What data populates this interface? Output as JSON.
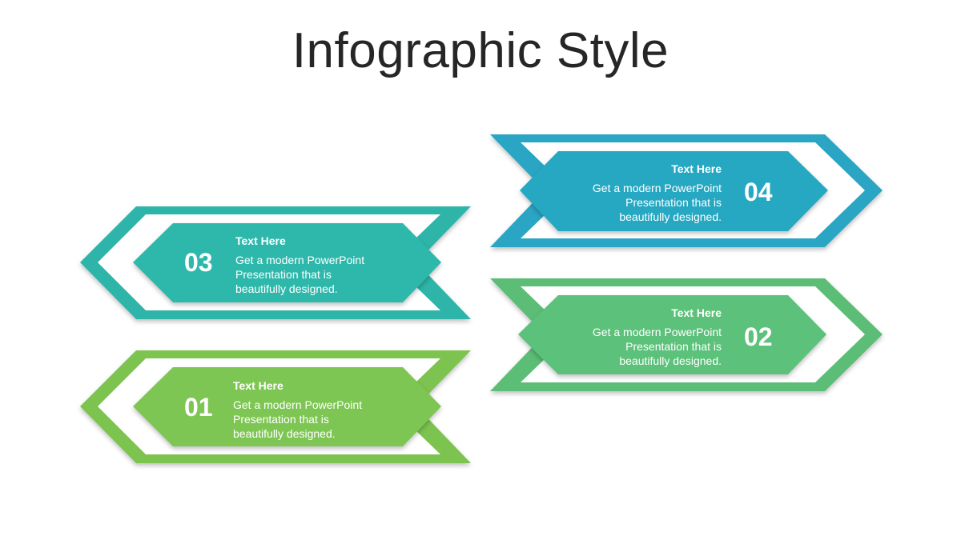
{
  "title": "Infographic Style",
  "colors": {
    "teal_blue": "#2aa5c4",
    "teal_blue_inner": "#27a8c2",
    "teal": "#2eb4a8",
    "teal_inner": "#2db8ab",
    "green_mid": "#5cbd76",
    "green_mid_inner": "#5bc17a",
    "green": "#7bc350",
    "green_inner": "#7ec652"
  },
  "items": [
    {
      "id": "01",
      "number": "01",
      "heading": "Text Here",
      "lines": [
        "Get a modern PowerPoint",
        "Presentation that is",
        "beautifully designed."
      ]
    },
    {
      "id": "02",
      "number": "02",
      "heading": "Text Here",
      "lines": [
        "Get a modern PowerPoint",
        "Presentation that is",
        "beautifully designed."
      ]
    },
    {
      "id": "03",
      "number": "03",
      "heading": "Text Here",
      "lines": [
        "Get a modern PowerPoint",
        "Presentation that is",
        "beautifully designed."
      ]
    },
    {
      "id": "04",
      "number": "04",
      "heading": "Text Here",
      "lines": [
        "Get a modern PowerPoint",
        "Presentation that is",
        "beautifully designed."
      ]
    }
  ]
}
